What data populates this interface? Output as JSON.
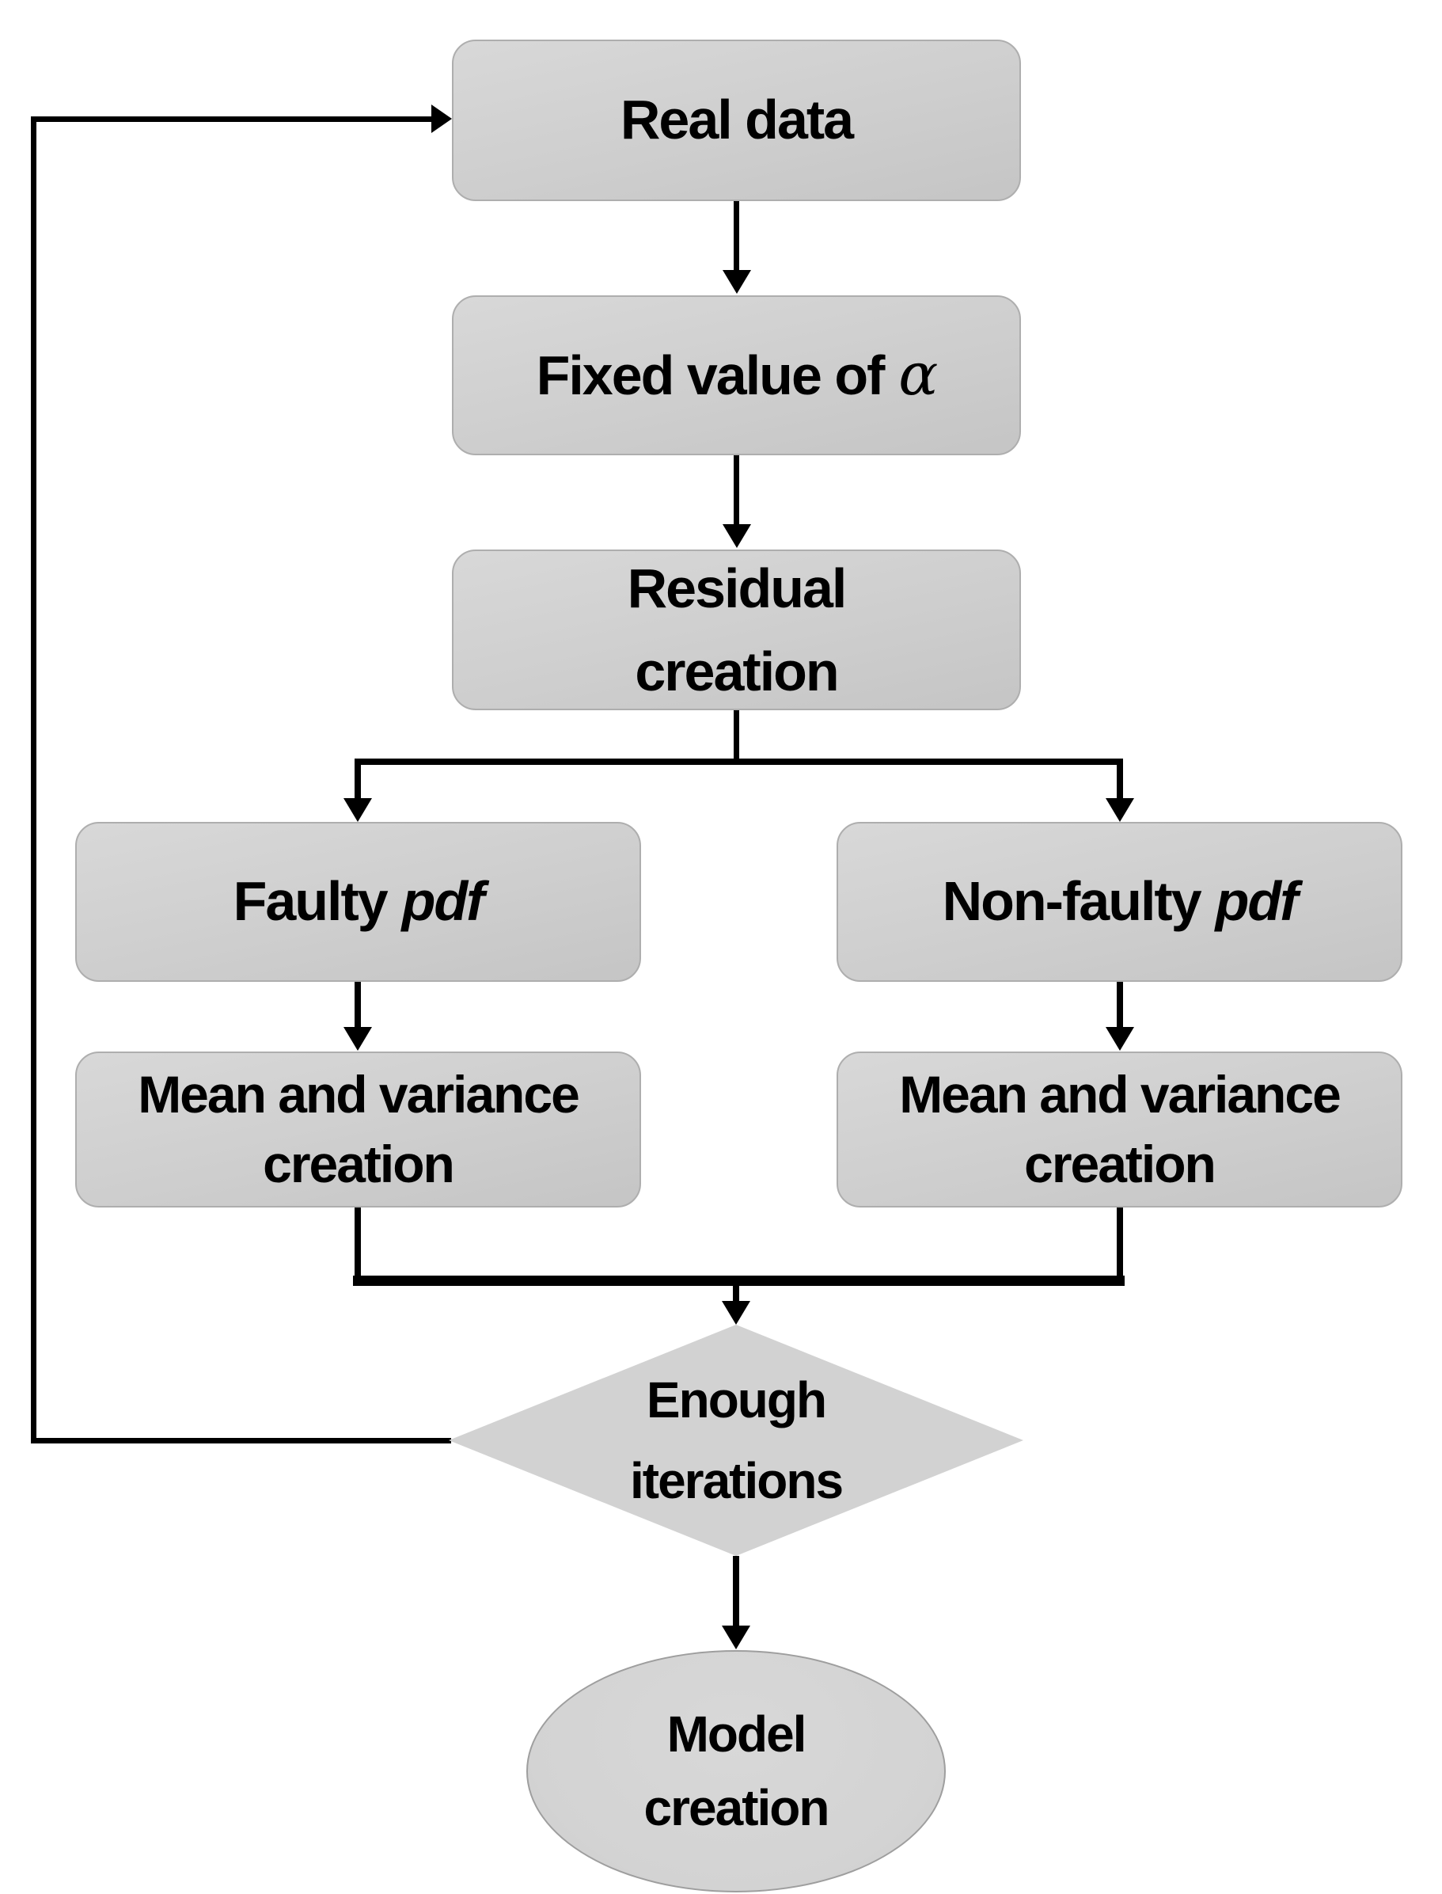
{
  "palette": {
    "node_fill_top": "#d8d8d8",
    "node_fill_bottom": "#c5c5c5",
    "node_border": "#aeaeae",
    "diamond_fill": "#d2d2d2",
    "ellipse_fill": "#d3d3d3",
    "ellipse_border": "#9e9e9e",
    "connector_color": "#000000",
    "text_color": "#000000",
    "background": "#ffffff"
  },
  "nodes": {
    "real_data": {
      "label": "Real data"
    },
    "fixed_alpha": {
      "prefix": "Fixed value of",
      "alpha": "α"
    },
    "residual_creation": {
      "line1": "Residual",
      "line2": "creation"
    },
    "faulty_pdf": {
      "prefix": "Faulty",
      "italic": "pdf"
    },
    "non_faulty_pdf": {
      "prefix": "Non-faulty",
      "italic": "pdf"
    },
    "mean_variance_left": {
      "line1": "Mean and variance",
      "line2": "creation"
    },
    "mean_variance_right": {
      "line1": "Mean and variance",
      "line2": "creation"
    },
    "enough_iterations": {
      "line1": "Enough",
      "line2": "iterations"
    },
    "model_creation": {
      "line1": "Model",
      "line2": "creation"
    }
  }
}
